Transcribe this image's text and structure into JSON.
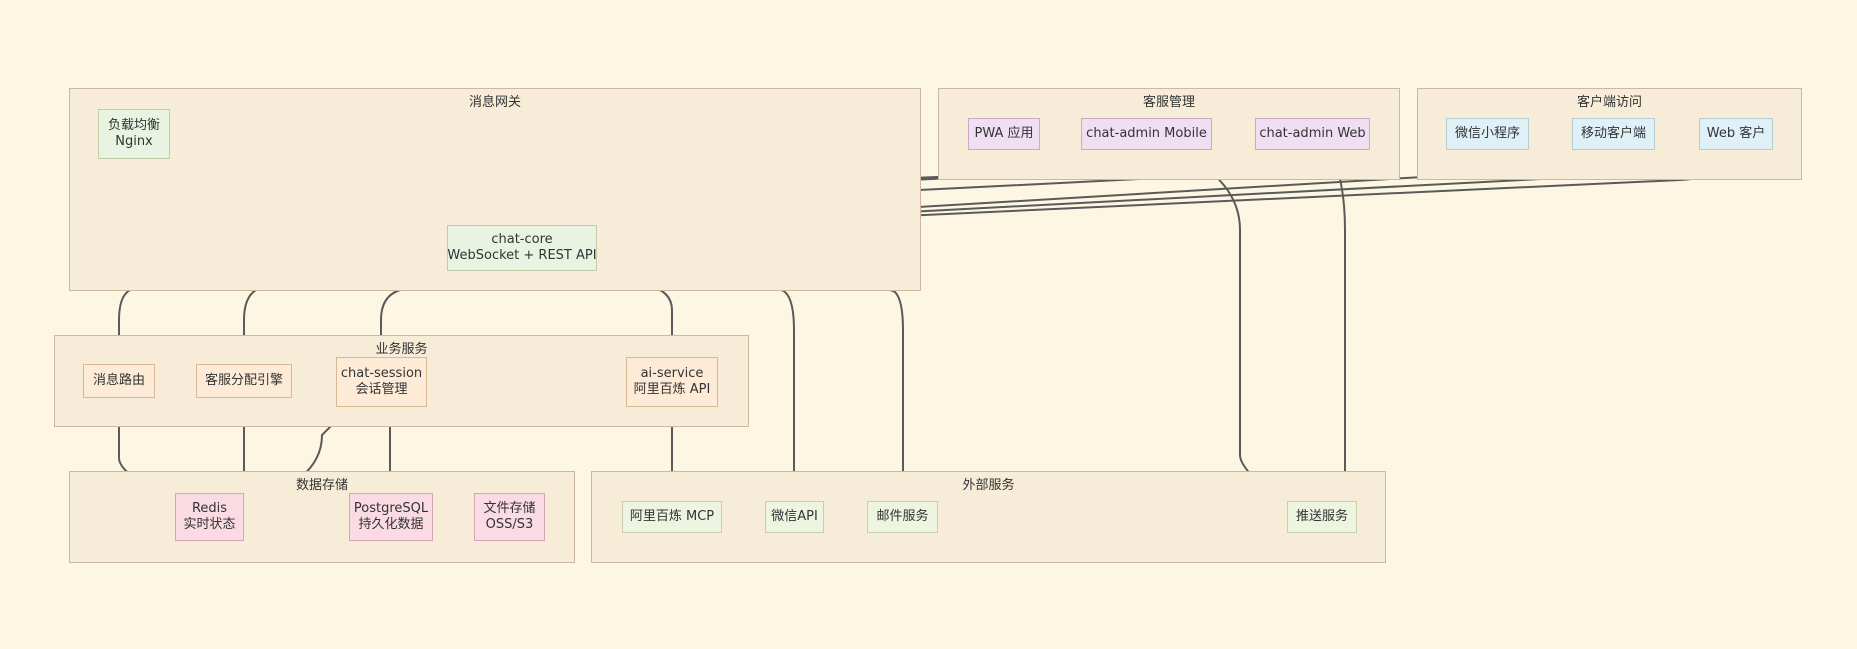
{
  "groups": {
    "gateway": "消息网关",
    "admin": "客服管理",
    "client": "客户端访问",
    "biz": "业务服务",
    "storage": "数据存储",
    "external": "外部服务"
  },
  "nodes": {
    "lb": [
      "负载均衡",
      "Nginx"
    ],
    "core": [
      "chat-core",
      "WebSocket + REST API"
    ],
    "pwa": [
      "PWA 应用"
    ],
    "admin_mobile": [
      "chat-admin Mobile"
    ],
    "admin_web": [
      "chat-admin Web"
    ],
    "wx_mini": [
      "微信小程序"
    ],
    "mobile_client": [
      "移动客户端"
    ],
    "web_client": [
      "Web 客户"
    ],
    "msg_route": [
      "消息路由"
    ],
    "dispatch": [
      "客服分配引擎"
    ],
    "session": [
      "chat-session",
      "会话管理"
    ],
    "ai": [
      "ai-service",
      "阿里百炼 API"
    ],
    "redis": [
      "Redis",
      "实时状态"
    ],
    "pg": [
      "PostgreSQL",
      "持久化数据"
    ],
    "oss": [
      "文件存储",
      "OSS/S3"
    ],
    "mcp": [
      "阿里百炼 MCP"
    ],
    "wxapi": [
      "微信API"
    ],
    "mail": [
      "邮件服务"
    ],
    "push": [
      "推送服务"
    ]
  },
  "edges": [
    [
      "lb",
      "core"
    ],
    [
      "pwa",
      "core"
    ],
    [
      "admin_mobile",
      "core"
    ],
    [
      "admin_web",
      "core"
    ],
    [
      "wx_mini",
      "core"
    ],
    [
      "mobile_client",
      "core"
    ],
    [
      "web_client",
      "core"
    ],
    [
      "core",
      "msg_route"
    ],
    [
      "core",
      "dispatch"
    ],
    [
      "core",
      "session"
    ],
    [
      "core",
      "ai"
    ],
    [
      "core",
      "wxapi"
    ],
    [
      "core",
      "mail"
    ],
    [
      "admin_mobile",
      "push"
    ],
    [
      "admin_web",
      "push"
    ],
    [
      "msg_route",
      "redis"
    ],
    [
      "dispatch",
      "redis"
    ],
    [
      "session",
      "redis"
    ],
    [
      "session",
      "pg"
    ],
    [
      "ai",
      "mcp"
    ]
  ]
}
